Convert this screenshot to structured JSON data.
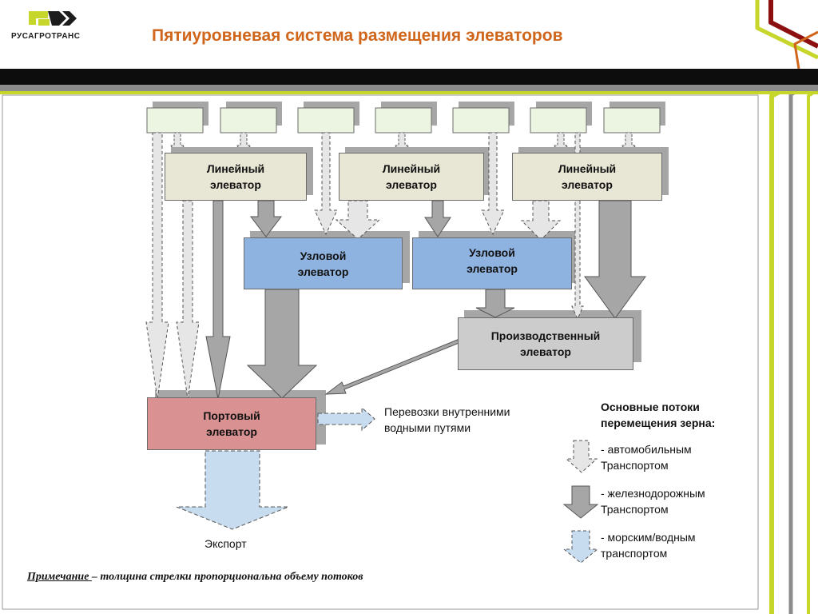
{
  "header": {
    "logo_text": "РУСАГРОТРАНС",
    "title": "Пятиуровневая система размещения элеваторов"
  },
  "nodes": {
    "linear": [
      "Линейный\nэлеватор",
      "Линейный\nэлеватор",
      "Линейный\nэлеватор"
    ],
    "nodal": [
      "Узловой\nэлеватор",
      "Узловой\nэлеватор"
    ],
    "production": "Производственный\nэлеватор",
    "port": "Портовый\nэлеватор"
  },
  "labels": {
    "waterway": "Перевозки внутренними\nводными путями",
    "export": "Экспорт"
  },
  "legend": {
    "title": "Основные потоки\nперемещения зерна:",
    "items": [
      {
        "icon": "road-transport-arrow-icon",
        "text": "- автомобильным\nТранспортом"
      },
      {
        "icon": "rail-transport-arrow-icon",
        "text": "- железнодорожным\nТранспортом"
      },
      {
        "icon": "water-transport-arrow-icon",
        "text": "- морским/водным\nтранспортом"
      }
    ]
  },
  "note": {
    "label": "Примечание ",
    "text": " – толщина стрелки пропорциональна объему потоков"
  },
  "colors": {
    "title": "#d0661c",
    "linear": "#e8e6d4",
    "nodal": "#8fb3e0",
    "production": "#cccccc",
    "port": "#d99191",
    "water": "#c8dcf0",
    "rail": "#a6a6a6",
    "road": "#d9d9d9",
    "shadow": "#a6a6a6"
  }
}
